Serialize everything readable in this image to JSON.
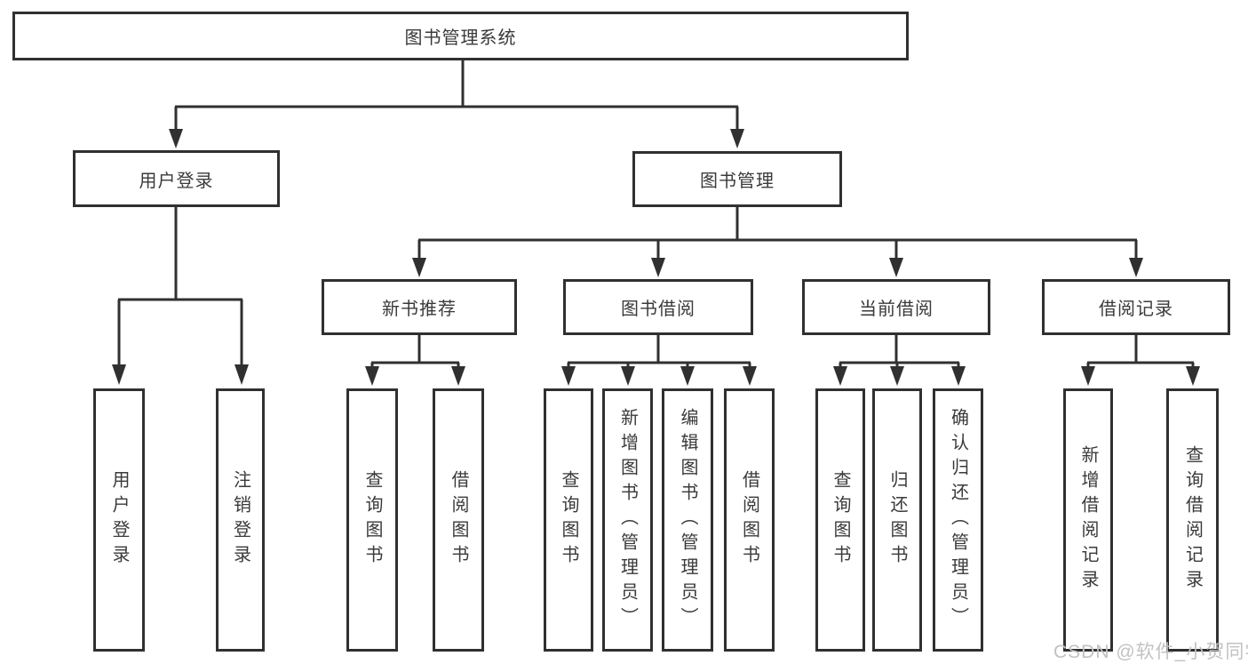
{
  "tree": {
    "root": {
      "label": "图书管理系统"
    },
    "branches": [
      {
        "label": "用户登录",
        "children": [
          {
            "label": "用户登录"
          },
          {
            "label": "注销登录"
          }
        ]
      },
      {
        "label": "图书管理",
        "sections": [
          {
            "label": "新书推荐",
            "children": [
              {
                "label": "查询图书"
              },
              {
                "label": "借阅图书"
              }
            ]
          },
          {
            "label": "图书借阅",
            "children": [
              {
                "label": "查询图书"
              },
              {
                "label": "新增图书（管理员）"
              },
              {
                "label": "编辑图书（管理员）"
              },
              {
                "label": "借阅图书"
              }
            ]
          },
          {
            "label": "当前借阅",
            "children": [
              {
                "label": "查询图书"
              },
              {
                "label": "归还图书"
              },
              {
                "label": "确认归还（管理员）"
              }
            ]
          },
          {
            "label": "借阅记录",
            "children": [
              {
                "label": "新增借阅记录"
              },
              {
                "label": "查询借阅记录"
              }
            ]
          }
        ]
      }
    ]
  },
  "watermark": {
    "text": "CSDN @软件_小贺同学"
  },
  "colors": {
    "line": "#303030",
    "text": "#3a3a3a",
    "background": "#ffffff",
    "watermark": "#c2c2c2"
  }
}
